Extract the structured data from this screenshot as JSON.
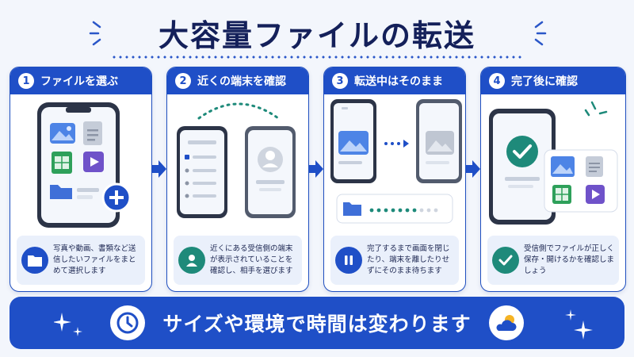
{
  "title": "大容量ファイルの転送",
  "steps": [
    {
      "number": "1",
      "label": "ファイルを選ぶ",
      "description": "写真や動画、書類など送信したいファイルをまとめて選択します",
      "icon": "folder-icon"
    },
    {
      "number": "2",
      "label": "近くの端末を確認",
      "description": "近くにある受信側の端末が表示されていることを確認し、相手を選びます",
      "icon": "person-icon"
    },
    {
      "number": "3",
      "label": "転送中はそのまま",
      "description": "完了するまで画面を閉じたり、端末を離したりせずにそのまま待ちます",
      "icon": "pause-icon"
    },
    {
      "number": "4",
      "label": "完了後に確認",
      "description": "受信側でファイルが正しく保存・開けるかを確認しましょう",
      "icon": "check-icon"
    }
  ],
  "footer": {
    "text": "サイズや環境で時間は変わります",
    "left_icon": "clock-icon",
    "right_icon": "weather-icon"
  },
  "colors": {
    "primary": "#1f4fc7",
    "background": "#f3f6fc",
    "title": "#14205a",
    "light_panel": "#eaf0fb"
  }
}
